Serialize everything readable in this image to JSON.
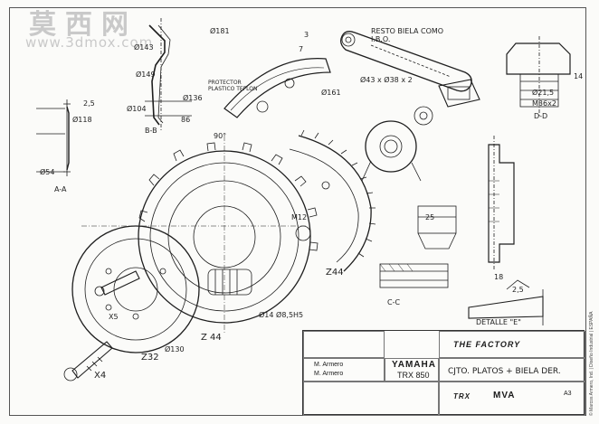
{
  "watermark": {
    "main": "莫西网",
    "url": "www.3dmox.com"
  },
  "labels": {
    "sec_aa": "A-A",
    "sec_bb": "B-B",
    "sec_cc": "C-C",
    "sec_dd": "D-D",
    "detail_e": "DETALLE \"E\"",
    "crank_note": "RESTO BIELA COMO I.B.O.",
    "guard_note": "PROTECTOR PLASTICO TEFLON",
    "bolt_spec": "Ø43 x Ø38 x 2",
    "m36": "M36x2",
    "d21": "Ø21,5",
    "z44": "Z44",
    "z44b": "Z 44",
    "z32": "Z32",
    "x4": "X4",
    "x5": "X5",
    "phi14": "Ø14 Ø8,5H5",
    "phi130": "Ø130",
    "phi181": "Ø181",
    "phi161": "Ø161",
    "phi149": "Ø149",
    "phi143": "Ø143",
    "phi136": "Ø136",
    "phi104": "Ø104",
    "phi54": "Ø54",
    "phi118": "Ø118",
    "m12": "M12",
    "ang90": "90°",
    "dim86": "86",
    "dim18": "18",
    "dim3": "3",
    "dim7": "7",
    "dim14": "14",
    "dim25": "2,5",
    "dim25b": "25",
    "dim29": "2,5"
  },
  "title_block": {
    "brand": "YAMAHA",
    "model": "TRX 850",
    "drawn_by": "M. Armero",
    "checked_by": "M. Armero",
    "title": "CJTO. PLATOS + BIELA DER.",
    "size": "A3",
    "logo_left": "TRX",
    "logo_right": "MVA",
    "team_logo": "THE FACTORY"
  },
  "side_note": "© Marcos Armero, Ind. | Diseño Industrial | ESPAÑA"
}
